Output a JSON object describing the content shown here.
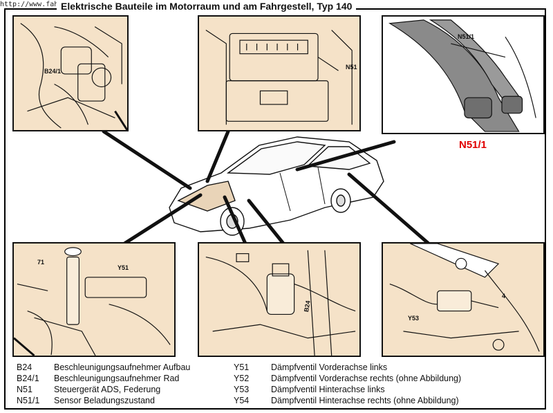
{
  "header": {
    "url": "http://www.fahrzeugtechnik.de",
    "title": "Elektrische Bauteile im Motorraum und am Fahrgestell, Typ 140"
  },
  "callouts": {
    "b24_1": "B24/1",
    "n51": "N51",
    "n51_1_small": "N51/1",
    "n51_1_red": "N51/1",
    "c71": "71",
    "y51": "Y51",
    "b24": "B24",
    "y53": "Y53",
    "c4": "4"
  },
  "legend": {
    "left": [
      {
        "code": "B24",
        "text": "Beschleunigungsaufnehmer Aufbau"
      },
      {
        "code": "B24/1",
        "text": "Beschleunigungsaufnehmer Rad"
      },
      {
        "code": "N51",
        "text": "Steuergerät ADS, Federung"
      },
      {
        "code": "N51/1",
        "text": "Sensor Beladungszustand"
      }
    ],
    "right": [
      {
        "code": "Y51",
        "text": "Dämpfventil Vorderachse links"
      },
      {
        "code": "Y52",
        "text": "Dämpfventil Vorderachse rechts (ohne Abbildung)"
      },
      {
        "code": "Y53",
        "text": "Dämpfventil Hinterachse links"
      },
      {
        "code": "Y54",
        "text": "Dämpfventil Hinterachse rechts (ohne Abbildung)"
      }
    ]
  },
  "colors": {
    "photo_fill": "#f5e2c8",
    "highlight_red": "#e00000",
    "line": "#111111"
  }
}
